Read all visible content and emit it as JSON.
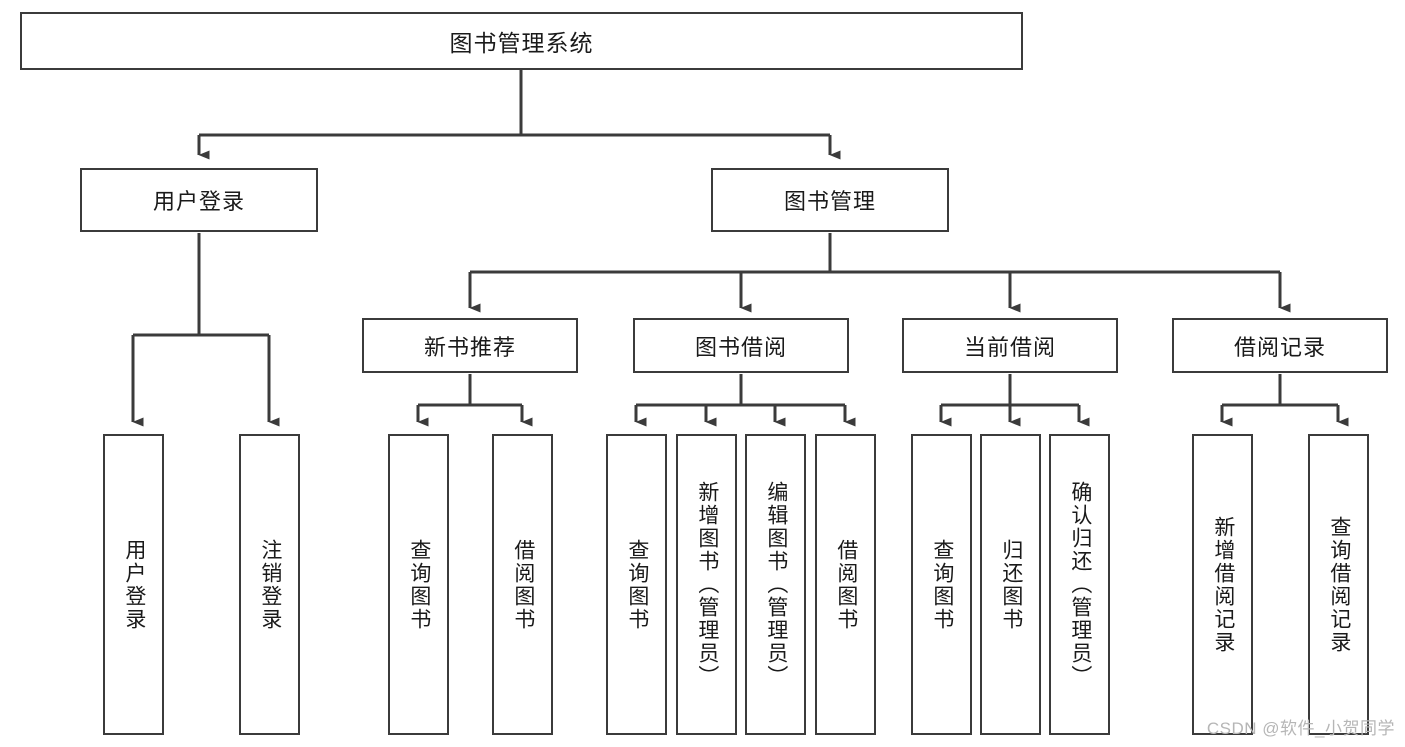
{
  "diagram": {
    "title": "图书管理系统",
    "type": "tree-hierarchy-chart",
    "colors": {
      "box_border": "#3b3b3b",
      "box_fill": "#ffffff",
      "connector": "#3b3b3b",
      "text": "#1a1a1a",
      "watermark": "#b6b6b6"
    },
    "root": {
      "label": "图书管理系统"
    },
    "level2": [
      {
        "label": "用户登录"
      },
      {
        "label": "图书管理"
      }
    ],
    "level3": [
      {
        "label": "新书推荐"
      },
      {
        "label": "图书借阅"
      },
      {
        "label": "当前借阅"
      },
      {
        "label": "借阅记录"
      }
    ],
    "leaves": {
      "user_login": [
        {
          "label": "用户登录"
        },
        {
          "label": "注销登录"
        }
      ],
      "new_book_recommend": [
        {
          "label": "查询图书"
        },
        {
          "label": "借阅图书"
        }
      ],
      "book_borrow": [
        {
          "label": "查询图书"
        },
        {
          "label": "新增图书（管理员）"
        },
        {
          "label": "编辑图书（管理员）"
        },
        {
          "label": "借阅图书"
        }
      ],
      "current_borrow": [
        {
          "label": "查询图书"
        },
        {
          "label": "归还图书"
        },
        {
          "label": "确认归还（管理员）"
        }
      ],
      "borrow_record": [
        {
          "label": "新增借阅记录"
        },
        {
          "label": "查询借阅记录"
        }
      ]
    },
    "watermark": "CSDN @软件_小贺同学"
  }
}
